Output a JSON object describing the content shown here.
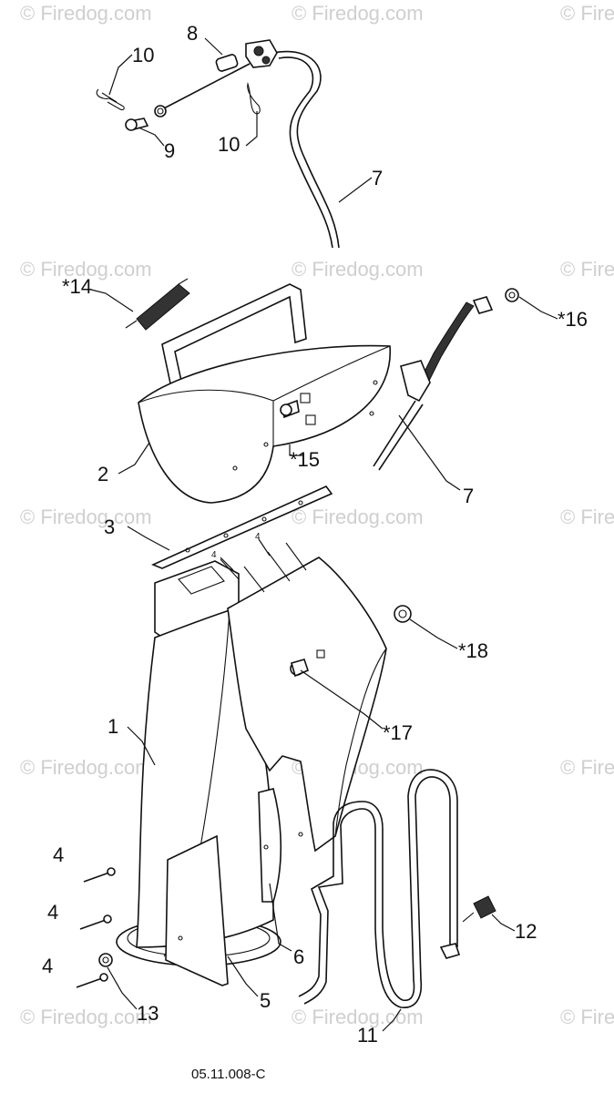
{
  "watermark": "© Firedog.com",
  "drawing_code": "05.11.008-C",
  "callouts": {
    "c1": "1",
    "c2": "2",
    "c3": "3",
    "c4a": "4",
    "c4b": "4",
    "c4c": "4",
    "c4d": "4",
    "c4e": "4",
    "c5": "5",
    "c6": "6",
    "c7a": "7",
    "c7b": "7",
    "c8": "8",
    "c9": "9",
    "c10a": "10",
    "c10b": "10",
    "c11": "11",
    "c12": "12",
    "c13": "13",
    "c14": "*14",
    "c15": "*15",
    "c16": "*16",
    "c17": "*17",
    "c18": "*18"
  }
}
